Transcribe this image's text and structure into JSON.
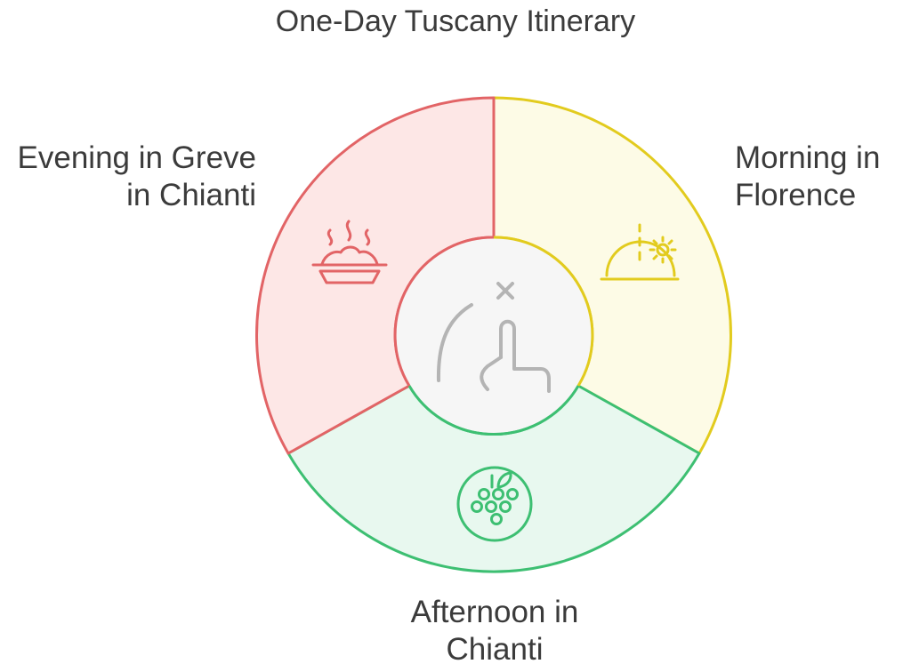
{
  "title": "One-Day Tuscany Itinerary",
  "segments": [
    {
      "id": "morning",
      "label_lines": [
        "Morning in",
        "Florence"
      ],
      "icon": "sunrise-icon",
      "fill": "#fdfbe6",
      "stroke": "#e2cb1e"
    },
    {
      "id": "afternoon",
      "label_lines": [
        "Afternoon in",
        "Chianti"
      ],
      "icon": "grapes-icon",
      "fill": "#e8f8ef",
      "stroke": "#3dbf72"
    },
    {
      "id": "evening",
      "label_lines": [
        "Evening in Greve",
        "in Chianti"
      ],
      "icon": "hot-dish-icon",
      "fill": "#fde7e6",
      "stroke": "#e26466"
    }
  ],
  "center": {
    "icon": "hand-pointer-icon",
    "fill": "#f6f6f6",
    "icon_color": "#b4b4b4"
  }
}
